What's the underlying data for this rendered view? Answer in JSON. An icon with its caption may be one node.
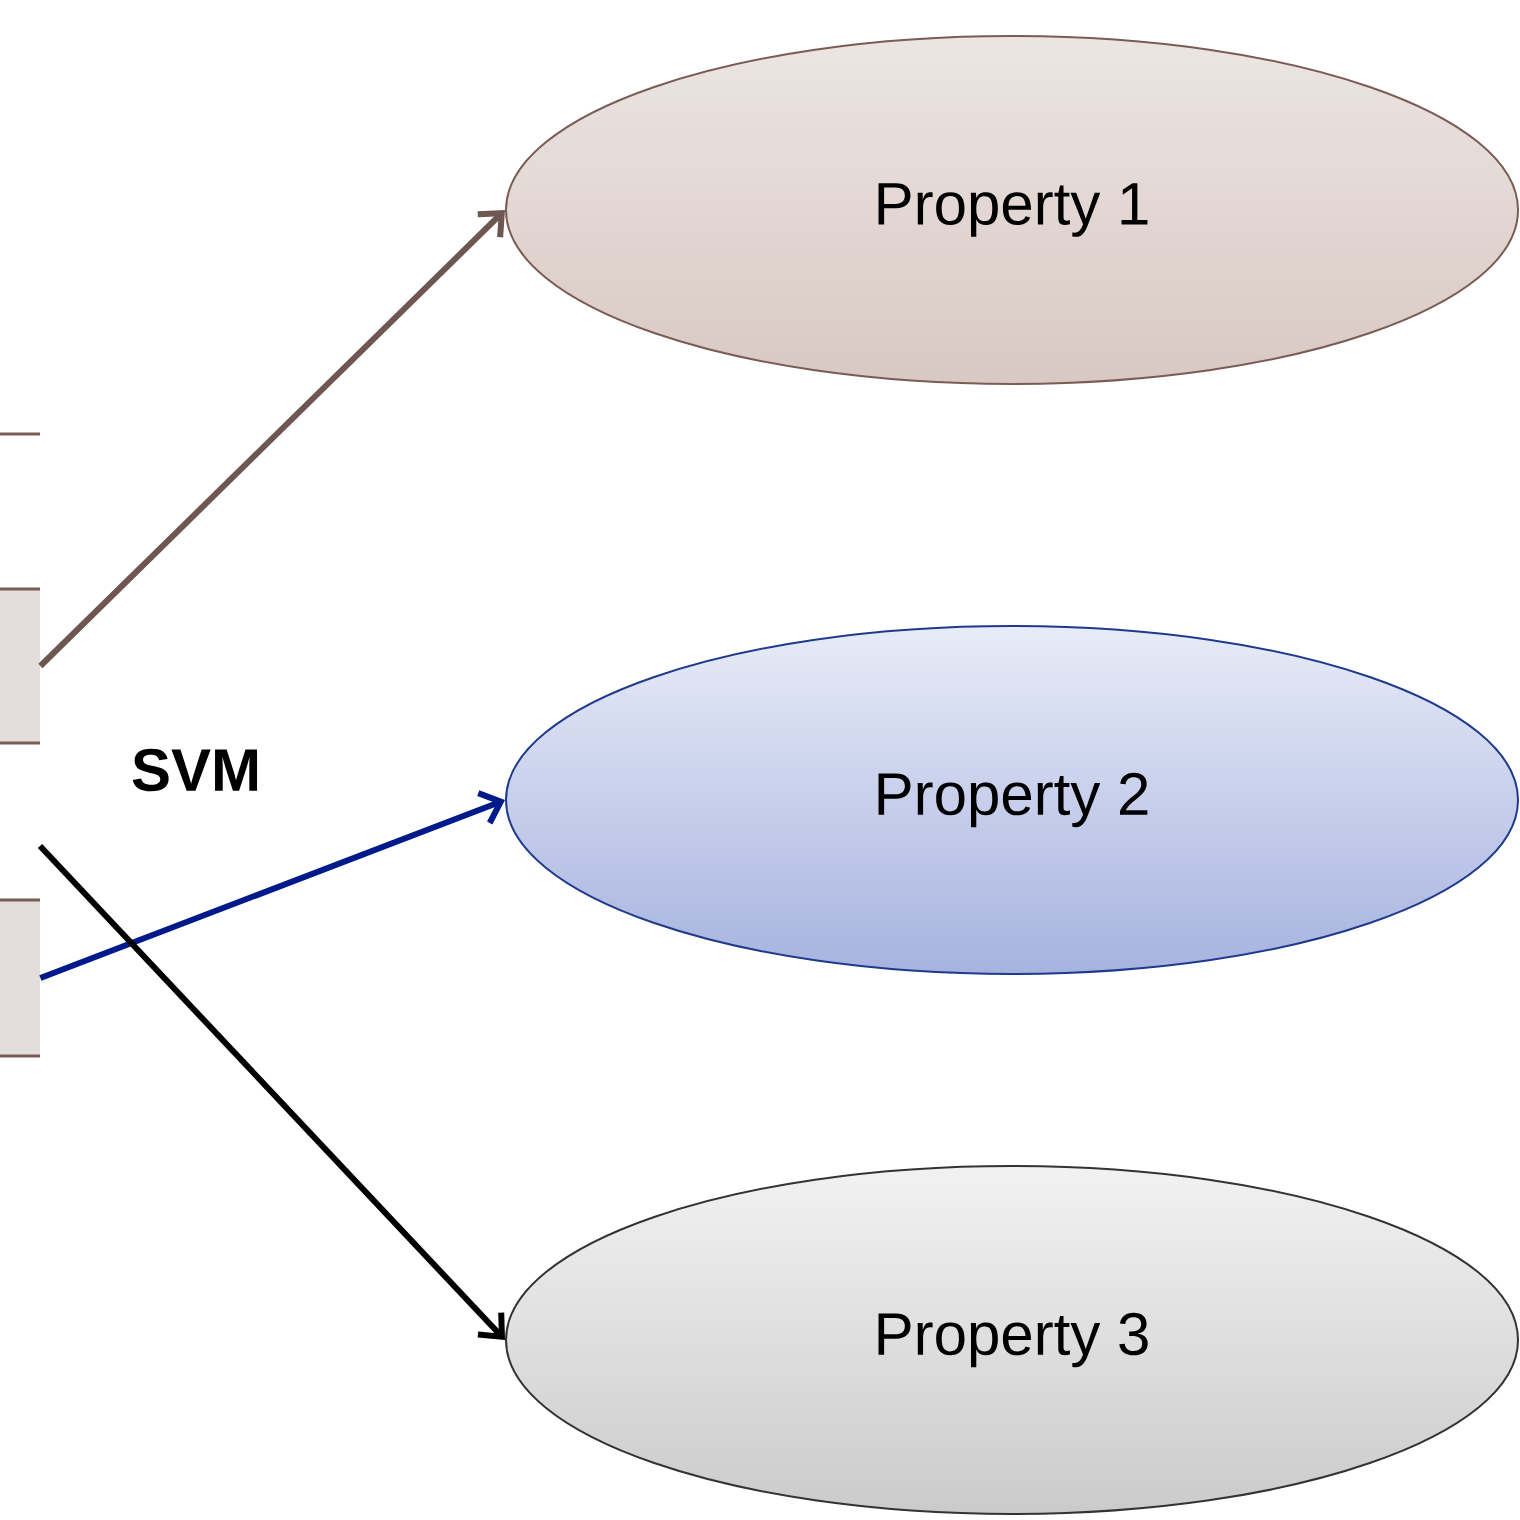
{
  "diagram": {
    "nodes": [
      {
        "text": [],
        "shape": "box"
      },
      {
        "text": [],
        "shape": "box"
      },
      {
        "text": [
          "Property 1"
        ]
      },
      {
        "text": [
          "Property 2"
        ]
      },
      {
        "text": [
          "Property 3"
        ]
      }
    ],
    "edges": [
      {
        "from": 0,
        "to": 2,
        "arrow": "to",
        "color": "#6d5750"
      },
      {
        "from": 1,
        "to": 3,
        "arrow": "to",
        "color": "#001a8c"
      },
      {
        "from": null,
        "to": 4,
        "arrow": "to",
        "color": "#000000"
      }
    ],
    "labels": [
      "SVM"
    ]
  }
}
